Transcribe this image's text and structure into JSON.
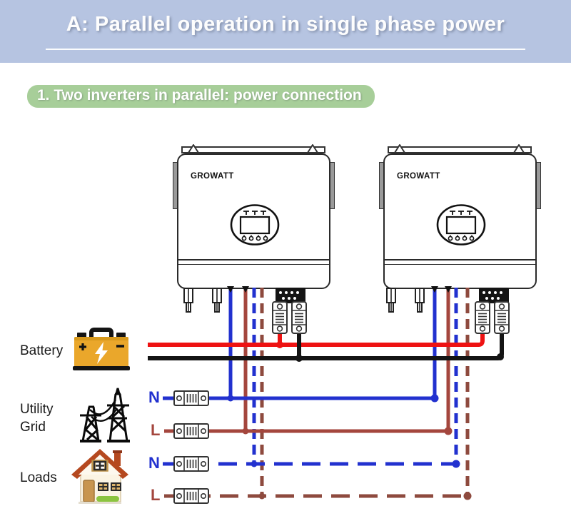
{
  "header": {
    "title": "A: Parallel operation in single phase power"
  },
  "section": {
    "label": "1. Two inverters in parallel: power connection"
  },
  "inverters": [
    {
      "brand": "GROWATT"
    },
    {
      "brand": "GROWATT"
    }
  ],
  "labels": {
    "battery": "Battery",
    "utility_grid": "Utility\nGrid",
    "loads": "Loads"
  },
  "lines": {
    "utility_n": "N",
    "utility_l": "L",
    "loads_n": "N",
    "loads_l": "L"
  },
  "icons": {
    "battery": "battery-icon",
    "utility_grid": "power-tower-icon",
    "loads": "house-icon",
    "fuse": "fuse-holder-icon",
    "display": "lcd-display-icon"
  },
  "colors": {
    "header_bg": "#b6c4e1",
    "section_bg": "#a7ce99",
    "neutral_blue": "#2231cf",
    "live_solid": "#a4463d",
    "live_dashed": "#8e4a3e",
    "battery_positive_red": "#ee1212",
    "battery_negative_black": "#141414",
    "battery_yellow": "#eaa72b",
    "house_roof": "#b5481f"
  }
}
